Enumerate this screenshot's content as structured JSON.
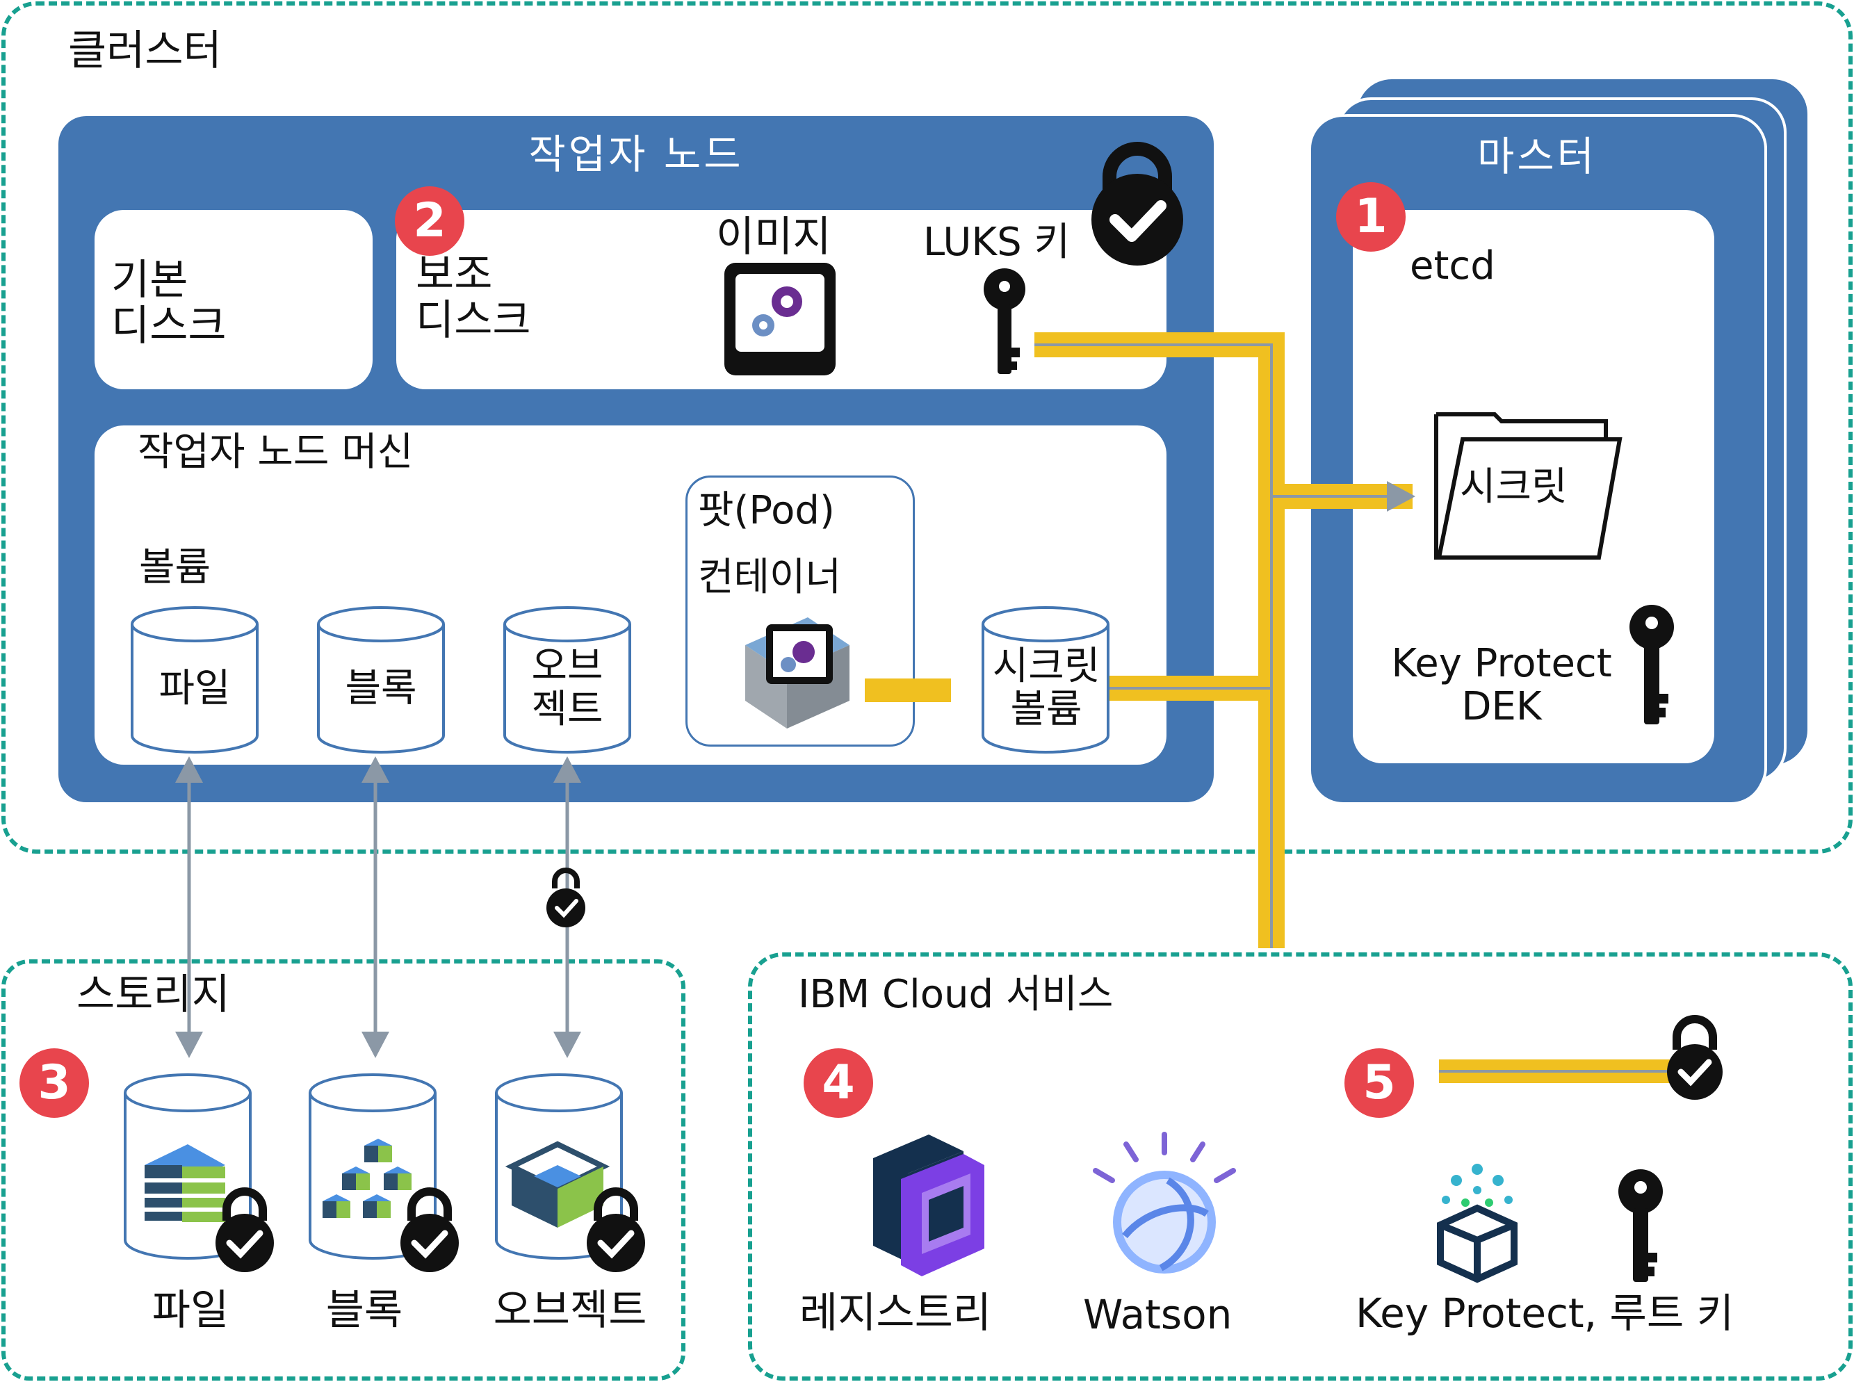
{
  "cluster": {
    "title": "클러스터"
  },
  "worker_node": {
    "title": "작업자 노드",
    "primary_disk": "기본\n디스크",
    "secondary_disk": "보조\n디스크",
    "image_label": "이미지",
    "luks_key_label": "LUKS 키",
    "badge": "2"
  },
  "worker_machine": {
    "title": "작업자 노드 머신",
    "volumes_label": "볼륨",
    "volumes": [
      "파일",
      "블록",
      "오브\n젝트"
    ],
    "pod_label": "팟(Pod)",
    "container_label": "컨테이너",
    "secret_volume": "시크릿\n볼륨"
  },
  "master": {
    "title": "마스터",
    "badge": "1",
    "etcd": "etcd",
    "secret": "시크릿",
    "dek": "Key Protect\nDEK"
  },
  "storage": {
    "title": "스토리지",
    "badge": "3",
    "items": [
      "파일",
      "블록",
      "오브젝트"
    ]
  },
  "services": {
    "title": "IBM Cloud 서비스",
    "badge_registry": "4",
    "badge_keyprotect": "5",
    "registry": "레지스트리",
    "watson": "Watson",
    "keyprotect": "Key Protect, 루트 키"
  },
  "colors": {
    "node_blue": "#4376b2",
    "dash_teal": "#18a090",
    "badge_red": "#e8454d",
    "link_yellow": "#f0c020"
  }
}
